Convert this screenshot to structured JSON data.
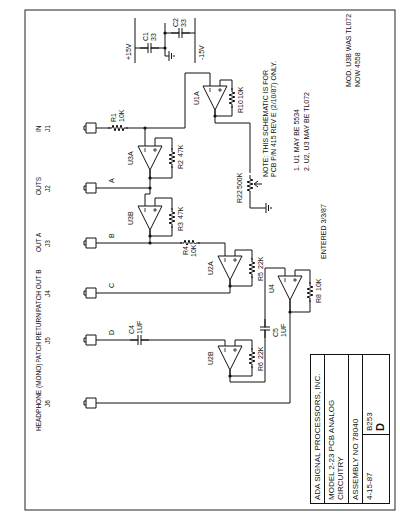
{
  "diagram": {
    "nodes": [
      {
        "text": [
          "ADA SIGNAL PROCESSORS, INC."
        ]
      },
      {
        "text": [
          "MODEL 2-23 PCB ANALOG CIRCUITRY"
        ]
      },
      {
        "text": [
          "ASSEMBLY NO 78040"
        ]
      },
      {
        "text": [
          "4-15-87"
        ]
      },
      {
        "text": [
          "B253",
          "D"
        ]
      }
    ],
    "labels": [
      "IN",
      "J1",
      "OUTS",
      "J2",
      "OUT A",
      "J3",
      "PATCH OUT B",
      "J4",
      "PATCH RETURN",
      "J5",
      "HEADPHONE (MONO)",
      "J6",
      "A",
      "B",
      "C",
      "D",
      "U3A",
      "U3B",
      "U1A",
      "U2A",
      "U2B",
      "U4",
      "R1",
      "10K",
      "R2",
      "47K",
      "R3",
      "47K",
      "R4",
      "10K",
      "R5",
      "22K",
      "R6",
      "22K",
      "R8",
      "10K",
      "R10",
      "10K",
      "R22",
      "500K",
      "C4",
      "1UF",
      "C5",
      "1UF",
      "+15V",
      "-15V",
      "C1",
      "33",
      "C2",
      "33",
      "NOTE: THIS SCHEMATIC IS FOR PCB P/N 415 REV E (2/10/87) ONLY.",
      "1. U1 MAY BE 5534",
      "2. U2, U3 MAY BE TL072",
      "ENTERED 3/3/87",
      "MOD. U3B WAS TL072",
      "NOW 4558"
    ]
  }
}
